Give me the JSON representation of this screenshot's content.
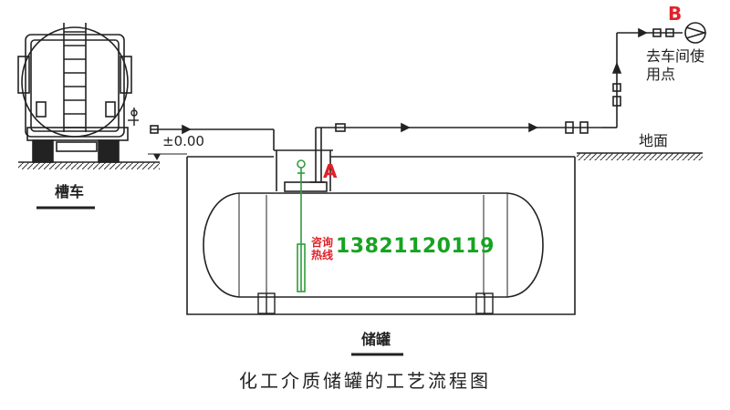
{
  "title": "化工介质储罐的工艺流程图",
  "labels": {
    "truck": "槽车",
    "tank": "储罐",
    "elevation": "±0.00",
    "ground": "地面",
    "destination": "去车间使用点",
    "point_a": "A",
    "point_b": "B"
  },
  "advert": {
    "hotline_label": "咨询热线",
    "phone": "13821120119"
  },
  "colors": {
    "line": "#222222",
    "marker": "#e0212a",
    "advert": "#17a322"
  }
}
